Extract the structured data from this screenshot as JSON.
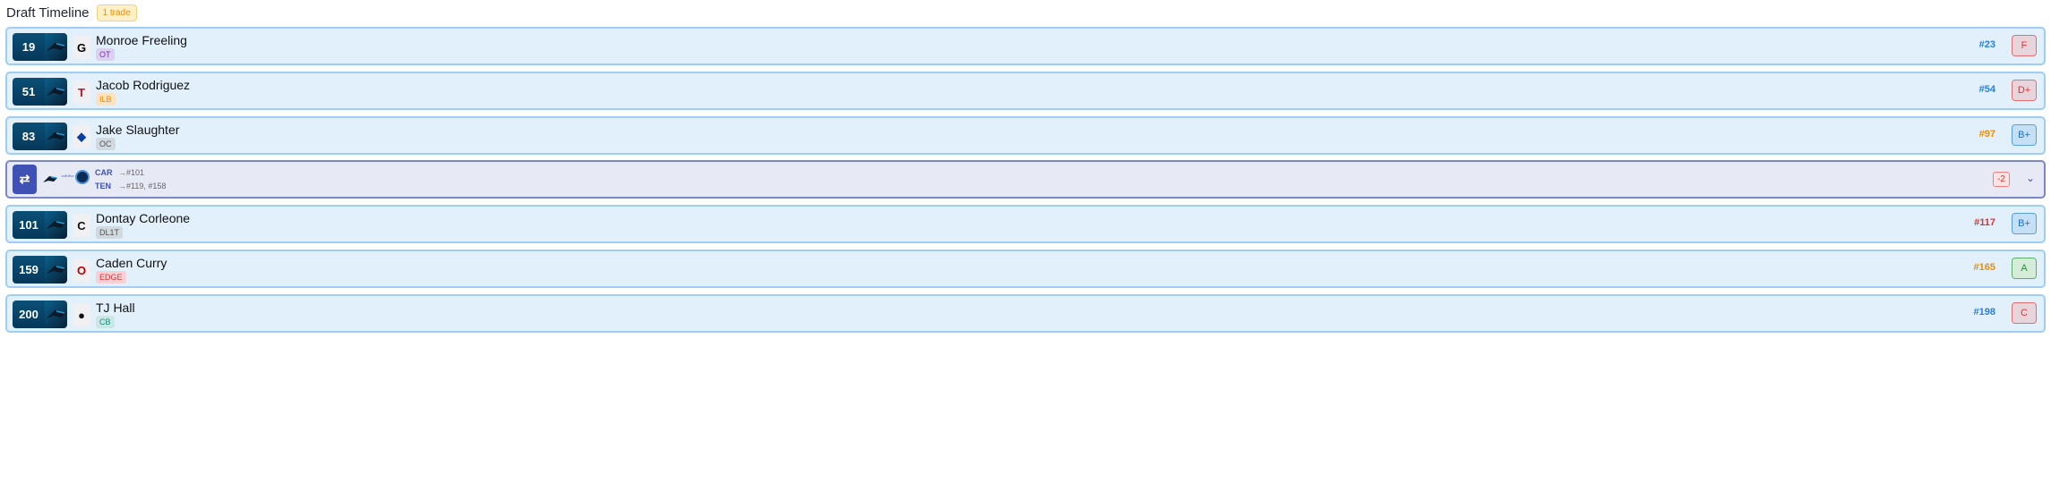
{
  "header": {
    "title": "Draft Timeline",
    "trade_count": "1 trade"
  },
  "colors": {
    "rank_blue": "#2a7de1",
    "rank_orange": "#f08c00",
    "rank_red": "#e03131"
  },
  "picks": [
    {
      "pick": "19",
      "team_icon": "panthers-logo",
      "school_icon": "georgia-logo",
      "name": "Monroe Freeling",
      "position": "OT",
      "rank": "#23",
      "grade": "F"
    },
    {
      "pick": "51",
      "team_icon": "panthers-logo",
      "school_icon": "texas-tech-logo",
      "name": "Jacob Rodriguez",
      "position": "ILB",
      "rank": "#54",
      "grade": "D+"
    },
    {
      "pick": "83",
      "team_icon": "panthers-logo",
      "school_icon": "florida-logo",
      "name": "Jake Slaughter",
      "position": "OC",
      "rank": "#97",
      "grade": "B+"
    },
    {
      "pick": "101",
      "team_icon": "panthers-logo",
      "school_icon": "cincinnati-logo",
      "name": "Dontay Corleone",
      "position": "DL1T",
      "rank": "#117",
      "grade": "B+"
    },
    {
      "pick": "159",
      "team_icon": "panthers-logo",
      "school_icon": "ohio-state-logo",
      "name": "Caden Curry",
      "position": "EDGE",
      "rank": "#165",
      "grade": "A"
    },
    {
      "pick": "200",
      "team_icon": "panthers-logo",
      "school_icon": "iowa-logo",
      "name": "TJ Hall",
      "position": "CB",
      "rank": "#198",
      "grade": "C"
    }
  ],
  "trade": {
    "team1": "CAR",
    "team1_gets": "→#101",
    "team2": "TEN",
    "team2_gets": "→#119, #158",
    "value_diff": "-2"
  }
}
